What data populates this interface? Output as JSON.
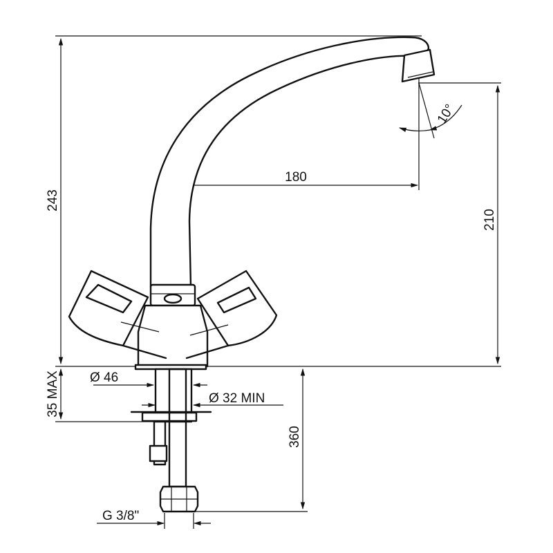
{
  "dimensions": {
    "overall_height": "243",
    "spout_height": "210",
    "spout_reach": "180",
    "spout_angle": "10°",
    "base_diameter": "Ø 46",
    "hole_diameter": "Ø 32 MIN",
    "deck_thickness": "35 MAX",
    "hose_length": "360",
    "connection_thread": "G 3/8\""
  },
  "colors": {
    "line": "#111111",
    "background": "#ffffff"
  }
}
